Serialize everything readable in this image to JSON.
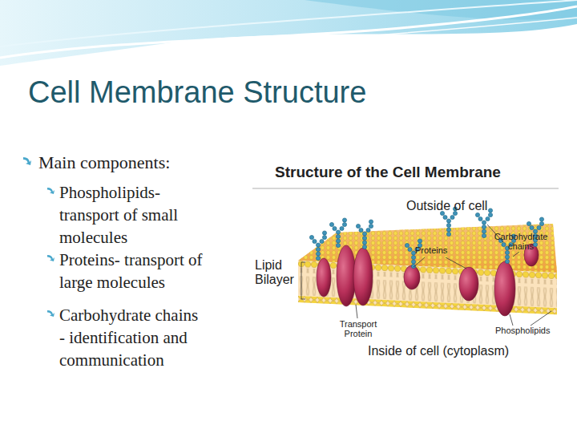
{
  "diagram": {
    "title": "Cell Membrane Structure",
    "labels": [
      "Main components:",
      "Phospholipids- transport of small molecules",
      "Proteins- transport of large molecules",
      "Carbohydrate chains - identification and communication",
      "Structure of the Cell Membrane",
      "Outside of cell",
      "Proteins",
      "Carbohydrate chains",
      "Lipid Bilayer",
      "Transport Protein",
      "Phospholipids",
      "Inside of cell (cytoplasm)"
    ]
  }
}
